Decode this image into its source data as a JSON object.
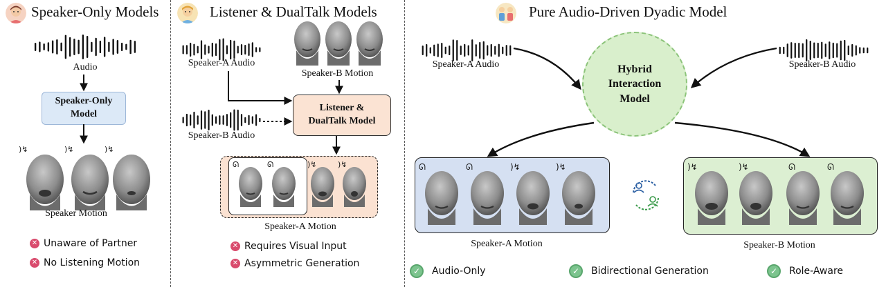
{
  "sections": {
    "speaker_only": {
      "title": "Speaker-Only Models",
      "audio_label": "Audio",
      "model_line1": "Speaker-Only",
      "model_line2": "Model",
      "motion_label": "Speaker Motion",
      "limitations": [
        "Unaware of Partner",
        "No Listening Motion"
      ]
    },
    "listener_dualtalk": {
      "title": "Listener & DualTalk Models",
      "audio_a_label": "Speaker-A Audio",
      "audio_b_label": "Speaker-B Audio",
      "motion_b_label": "Speaker-B Motion",
      "model_line1": "Listener &",
      "model_line2": "DualTalk Model",
      "motion_a_label": "Speaker-A Motion",
      "limitations": [
        "Requires Visual Input",
        "Asymmetric Generation"
      ]
    },
    "dyadic": {
      "title": "Pure Audio-Driven Dyadic Model",
      "audio_a_label": "Speaker-A Audio",
      "audio_b_label": "Speaker-B Audio",
      "model_line1": "Hybrid",
      "model_line2": "Interaction",
      "model_line3": "Model",
      "motion_a_label": "Speaker-A Motion",
      "motion_b_label": "Speaker-B Motion",
      "features": [
        "Audio-Only",
        "Bidirectional Generation",
        "Role-Aware"
      ]
    }
  },
  "colors": {
    "speaker_model_fill": "#dce9f7",
    "dualtalk_model_fill": "#fbe3d3",
    "hybrid_fill": "#d9efcc",
    "hybrid_border": "#8cc47a",
    "panel_blue": "#d5e0f2",
    "panel_green": "#dcefd2",
    "panel_orange": "#fbe2d2",
    "limitation_mark": "#d94b6d",
    "check_mark": "#7cc48e"
  },
  "icons": {
    "speaking": "speaking-icon",
    "listening": "ear-icon",
    "role_swap": "role-swap-icon"
  }
}
